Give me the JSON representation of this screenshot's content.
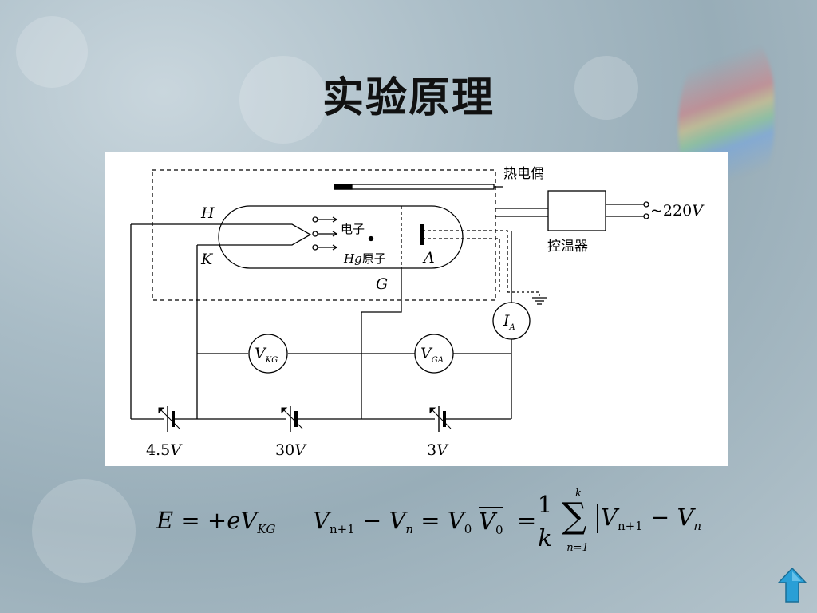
{
  "slide": {
    "title": "实验原理"
  },
  "diagram": {
    "labels": {
      "thermocouple": "热电偶",
      "temp_controller": "控温器",
      "mains": "~220",
      "mains_unit": "V",
      "heater": "H",
      "cathode": "K",
      "anode": "A",
      "grid": "G",
      "electron": "电子",
      "hg_atom_prefix": "Hg",
      "hg_atom_suffix": "原子",
      "current_meter": "I",
      "current_meter_sub": "A",
      "meter_kg": "V",
      "meter_kg_sub": "KG",
      "meter_ga": "V",
      "meter_ga_sub": "GA",
      "battery_1": "4.5",
      "battery_2": "30",
      "battery_3": "3",
      "battery_unit": "V"
    }
  },
  "formulas": {
    "f1": {
      "lhs": "E",
      "rhs": "= +eV",
      "sub": "KG"
    },
    "f2": {
      "a": "V",
      "a_sub": "n+1",
      "minus": " − V",
      "b_sub": "n",
      "eq": " = V",
      "c_sub": "0"
    },
    "f3": {
      "lhs": "V",
      "lhs_sub": "0",
      "eq": "=",
      "num": "1",
      "den": "k",
      "sum_top": "k",
      "sum_bottom": "n=1",
      "body_a": "V",
      "body_a_sub": "n+1",
      "body_minus": " − V",
      "body_b_sub": "n"
    }
  },
  "colors": {
    "nav_arrow": "#2a9fd6"
  }
}
